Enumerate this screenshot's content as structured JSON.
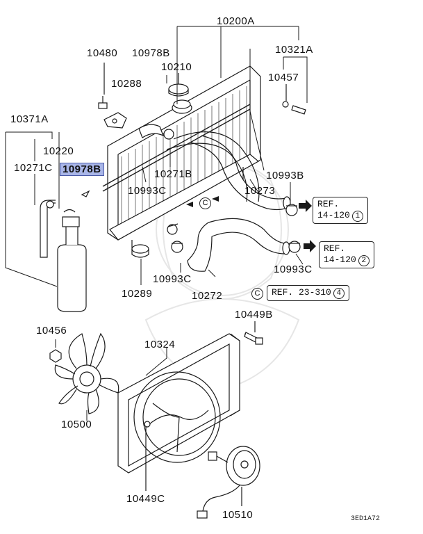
{
  "diagram": {
    "parts": [
      "10200A",
      "10480",
      "10978B",
      "10210",
      "10321A",
      "10288",
      "10457",
      "10371A",
      "10220",
      "10271C",
      "10978B",
      "10271B",
      "10993B",
      "10993C",
      "10273",
      "10289",
      "10993C",
      "10272",
      "10993C",
      "10449B",
      "10456",
      "10324",
      "10500",
      "10449C",
      "10510"
    ],
    "refs": [
      {
        "text": "REF.",
        "line2": "14-120",
        "circle": "1"
      },
      {
        "text": "REF.",
        "line2": "14-120",
        "circle": "2"
      },
      {
        "text": "REF. 23-310",
        "circle": "4",
        "prefix": "C"
      }
    ],
    "hot_arrow_marker": "C",
    "diagram_code": "3ED1A72"
  },
  "colors": {
    "line": "#1a1a1a",
    "highlight": "#a9b6e8",
    "watermark": "#e8e8e8"
  }
}
